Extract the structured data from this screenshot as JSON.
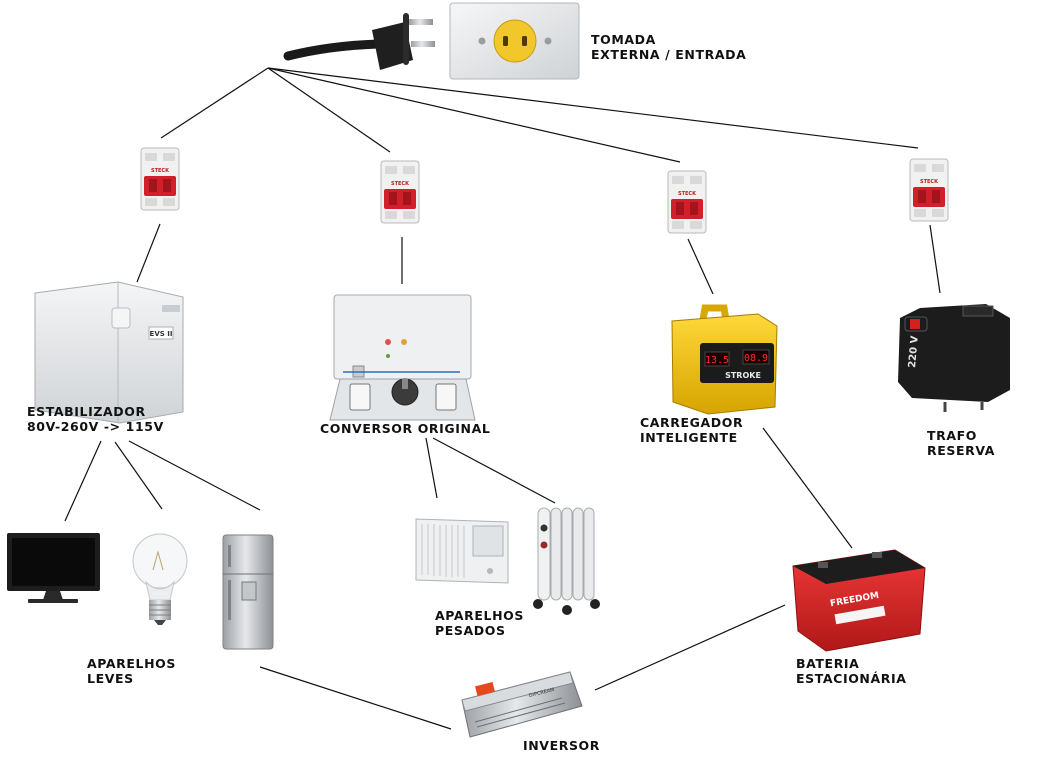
{
  "labels": {
    "tomada": [
      "TOMADA",
      "EXTERNA / ENTRADA"
    ],
    "estabilizador": [
      "ESTABILIZADOR",
      "80V-260V -> 115V"
    ],
    "conversor": [
      "CONVERSOR ORIGINAL"
    ],
    "carregador": [
      "CARREGADOR",
      "INTELIGENTE"
    ],
    "trafo": [
      "TRAFO",
      "RESERVA"
    ],
    "leves": [
      "APARELHOS",
      "LEVES"
    ],
    "pesados": [
      "APARELHOS",
      "PESADOS"
    ],
    "bateria": [
      "BATERIA",
      "ESTACIONÁRIA"
    ],
    "inversor": [
      "INVERSOR"
    ]
  },
  "device_marks": {
    "estabilizador_badge": "EVS II",
    "trafo_voltage": "220 V",
    "carregador_brand": "STROKE",
    "carregador_display_1": "13.5",
    "carregador_display_2": "08.9",
    "bateria_brand": "FREEDOM",
    "inversor_brand": "DIPCREAM"
  },
  "icons": {
    "plug": "power-plug-icon",
    "outlet": "wall-outlet-icon",
    "breaker": "circuit-breaker-icon",
    "stabilizer": "voltage-stabilizer-icon",
    "converter": "voltage-converter-icon",
    "charger": "battery-charger-icon",
    "transformer": "transformer-icon",
    "tv": "television-icon",
    "bulb": "light-bulb-icon",
    "fridge": "refrigerator-icon",
    "air_conditioner": "air-conditioner-icon",
    "heater": "oil-heater-icon",
    "battery": "battery-icon",
    "inverter": "power-inverter-icon"
  },
  "colors": {
    "breaker_red": "#d2202a",
    "charger_yellow": "#f2c300",
    "battery_red": "#e3262d",
    "line": "#111111"
  }
}
